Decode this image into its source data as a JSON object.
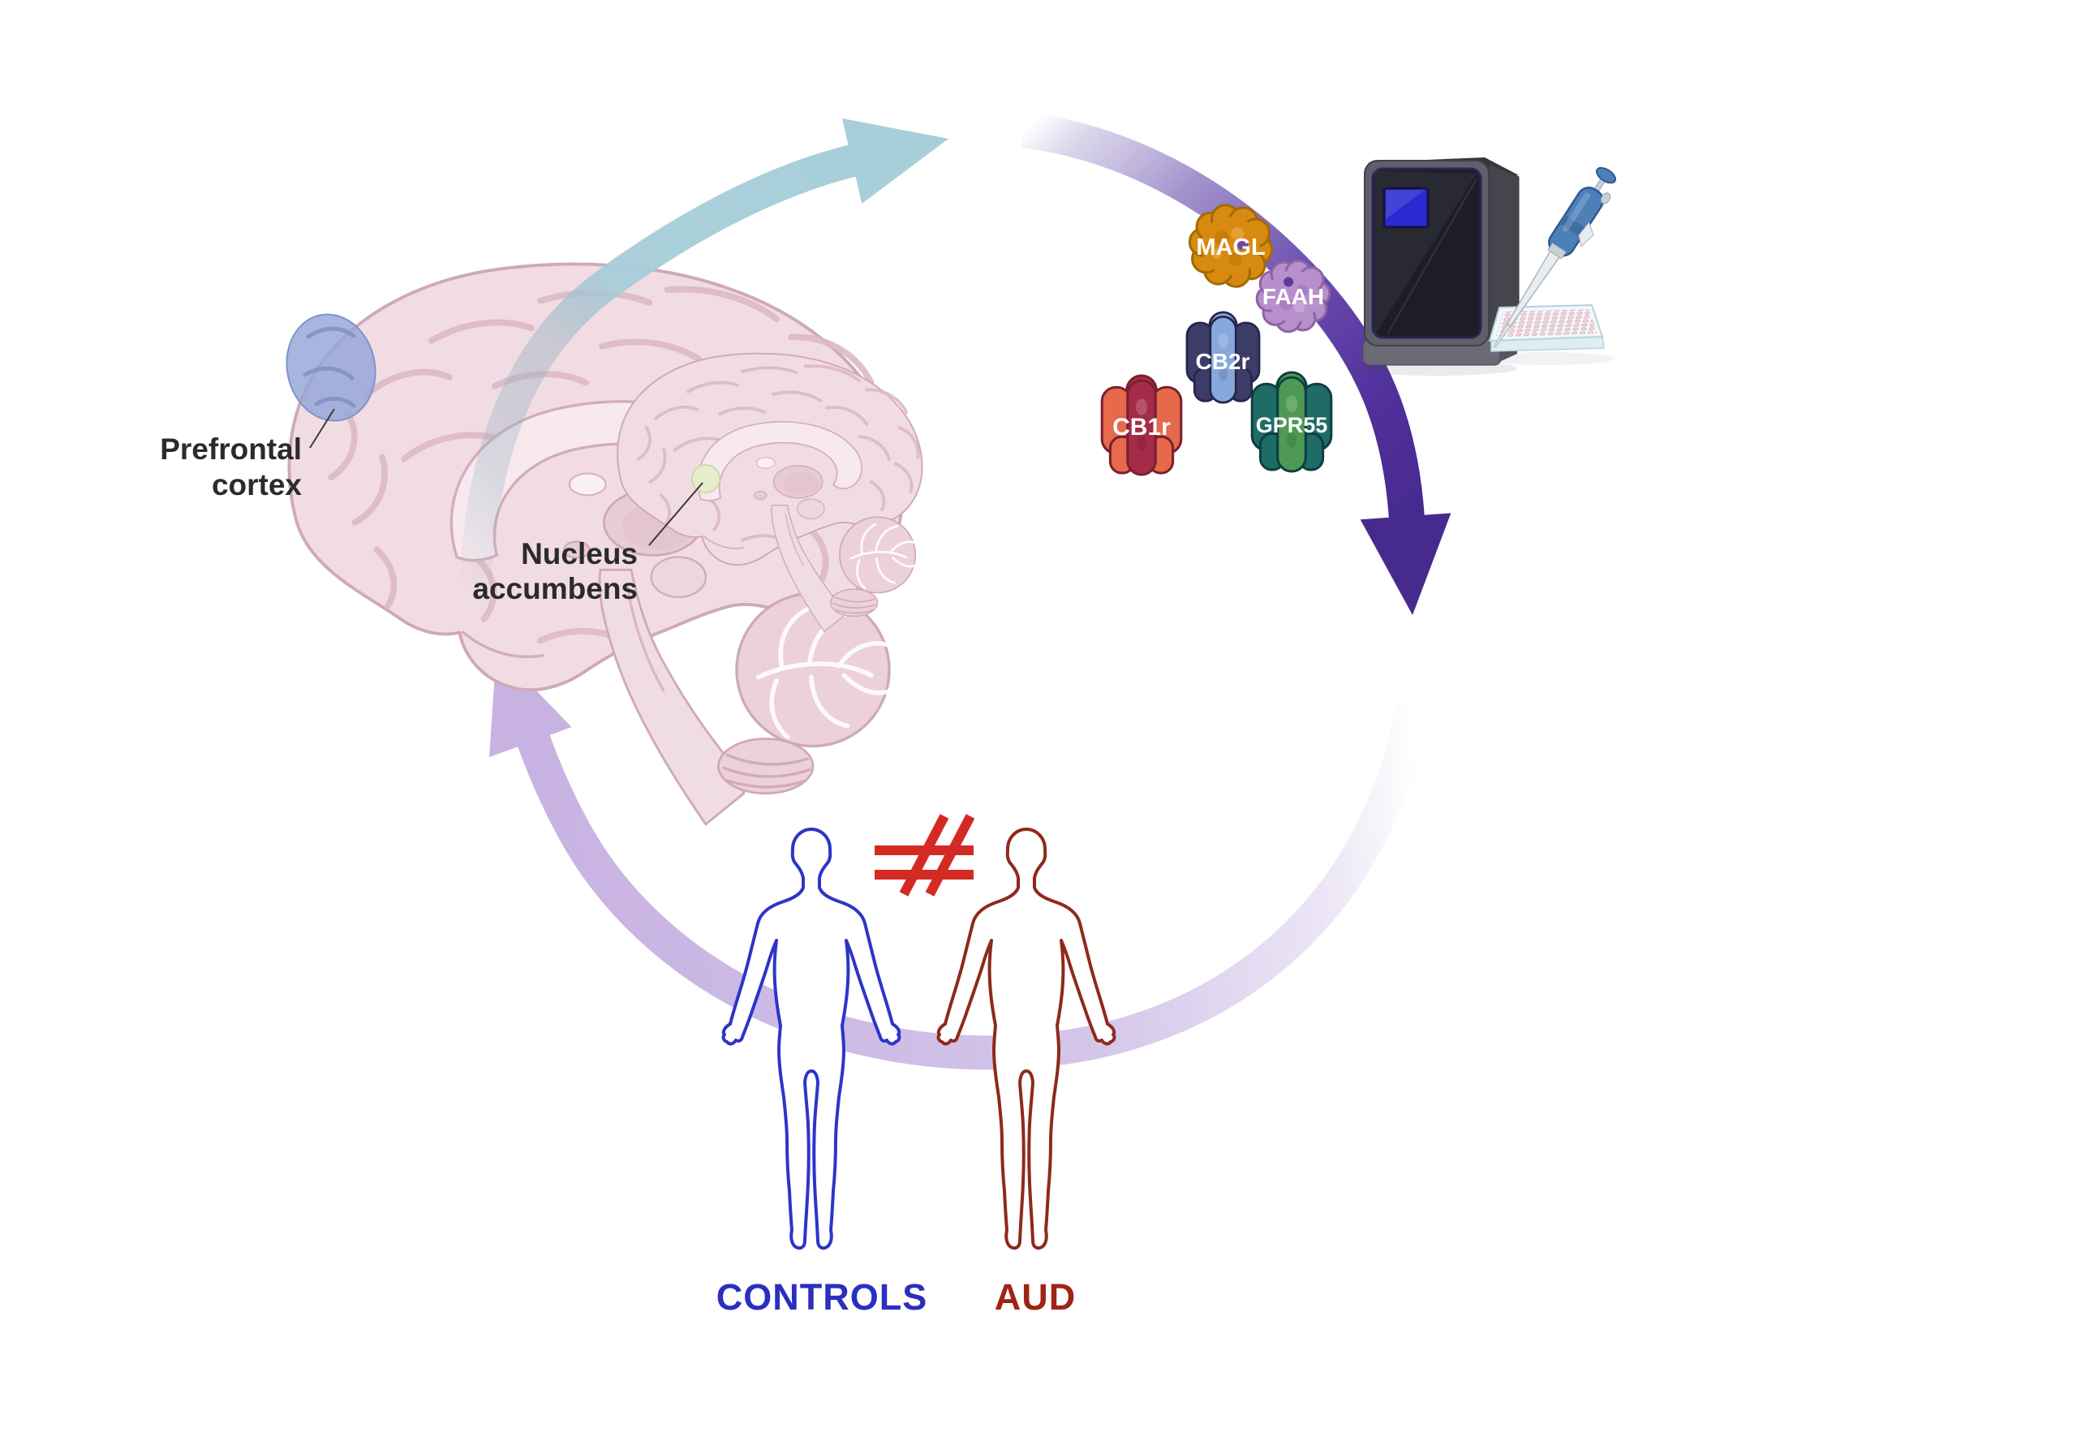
{
  "figure_type": "scientific-workflow-cycle-diagram",
  "background": "#ffffff",
  "brain_regions": {
    "prefrontal_cortex": {
      "label_lines": [
        "Prefrontal",
        "cortex"
      ],
      "highlight_color": "#93a6d7"
    },
    "nucleus_accumbens": {
      "label_lines": [
        "Nucleus",
        "accumbens"
      ],
      "highlight_color": "#e6edcc"
    }
  },
  "molecules": [
    {
      "label": "MAGL",
      "kind": "enzyme-blob",
      "fill": "#d8890f",
      "outline": "#a06b04",
      "label_color": "#ffffff"
    },
    {
      "label": "FAAH",
      "kind": "enzyme-blob",
      "fill": "#b78fcb",
      "outline": "#8d62a8",
      "label_color": "#ffffff"
    },
    {
      "label": "CB2r",
      "kind": "receptor",
      "outer": "#3c3c68",
      "inner": "#86a8dc",
      "outline": "#26264a",
      "label_color": "#ffffff"
    },
    {
      "label": "CB1r",
      "kind": "receptor",
      "outer": "#e5694a",
      "inner": "#a52c48",
      "outline": "#7c1f2e",
      "label_color": "#ffffff"
    },
    {
      "label": "GPR55",
      "kind": "receptor",
      "outer": "#1e6b68",
      "inner": "#4e9a55",
      "outline": "#0d403d",
      "label_color": "#ffffff"
    }
  ],
  "equipment": {
    "qpcr_machine": {
      "name": "qpcr-thermocycler",
      "body_color": "#5f5f6a",
      "panel_color": "#1d1d28",
      "screen_color": "#2a2ad2"
    },
    "micropipette": {
      "name": "micropipette",
      "body_color": "#4d7fb8"
    },
    "well_plate": {
      "name": "96-well-plate",
      "rows": 8,
      "cols": 12,
      "plate_color": "#f0f8fa",
      "well_color": "#f4dce1"
    }
  },
  "cycle_arrows": [
    {
      "name": "brains-to-assay",
      "color": "#a7ced9",
      "style": "fades-in-from-tail, passes-over-brain"
    },
    {
      "name": "assay-to-comparison",
      "color_start": "#d6d0e8",
      "color_end": "#472a8e"
    },
    {
      "name": "comparison-to-brains",
      "color_start": "#efeaf7",
      "color_end": "#c8b2e2"
    }
  ],
  "comparison": {
    "left": {
      "label": "CONTROLS",
      "label_color": "#2a2fc0",
      "outline_color": "#2d35c8"
    },
    "right": {
      "label": "AUD",
      "label_color": "#9e2413",
      "outline_color": "#8e2a1c"
    },
    "relation": {
      "symbol": "not-equal",
      "color": "#d42a24"
    }
  }
}
